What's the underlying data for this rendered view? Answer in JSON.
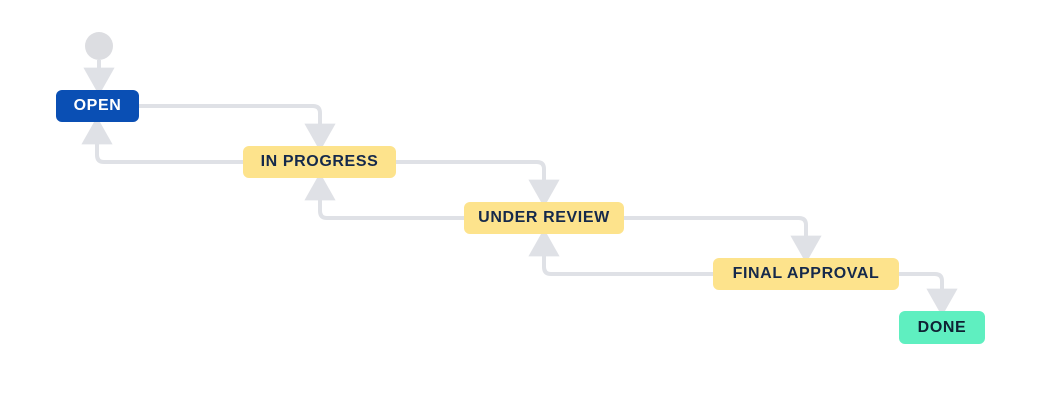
{
  "diagram": {
    "type": "workflow-status-flow",
    "title": "",
    "colors": {
      "canvas_background": "#FFFFFF",
      "connector": "#DFE1E6",
      "start_node": "#DCDDE1",
      "open_background": "#0A4FB4",
      "open_text": "#FFFFFF",
      "progress_background": "#FDE38C",
      "progress_text": "#15294B",
      "done_background": "#5FEFC0",
      "done_text": "#0F2133"
    },
    "start_node": {
      "name": "start",
      "shape": "circle",
      "color": "#DCDDE1"
    },
    "nodes": [
      {
        "id": "open",
        "label": "OPEN",
        "category": "open",
        "background": "#0A4FB4",
        "text_color": "#FFFFFF"
      },
      {
        "id": "in-progress",
        "label": "IN PROGRESS",
        "category": "in-progress",
        "background": "#FDE38C",
        "text_color": "#15294B"
      },
      {
        "id": "under-review",
        "label": "UNDER REVIEW",
        "category": "in-progress",
        "background": "#FDE38C",
        "text_color": "#15294B"
      },
      {
        "id": "final-approval",
        "label": "FINAL APPROVAL",
        "category": "in-progress",
        "background": "#FDE38C",
        "text_color": "#15294B"
      },
      {
        "id": "done",
        "label": "DONE",
        "category": "done",
        "background": "#5FEFC0",
        "text_color": "#0F2133"
      }
    ],
    "edges": [
      {
        "from": "start",
        "to": "open",
        "direction": "forward"
      },
      {
        "from": "open",
        "to": "in-progress",
        "direction": "forward"
      },
      {
        "from": "in-progress",
        "to": "open",
        "direction": "backward"
      },
      {
        "from": "in-progress",
        "to": "under-review",
        "direction": "forward"
      },
      {
        "from": "under-review",
        "to": "in-progress",
        "direction": "backward"
      },
      {
        "from": "under-review",
        "to": "final-approval",
        "direction": "forward"
      },
      {
        "from": "final-approval",
        "to": "under-review",
        "direction": "backward"
      },
      {
        "from": "final-approval",
        "to": "done",
        "direction": "forward"
      }
    ]
  }
}
